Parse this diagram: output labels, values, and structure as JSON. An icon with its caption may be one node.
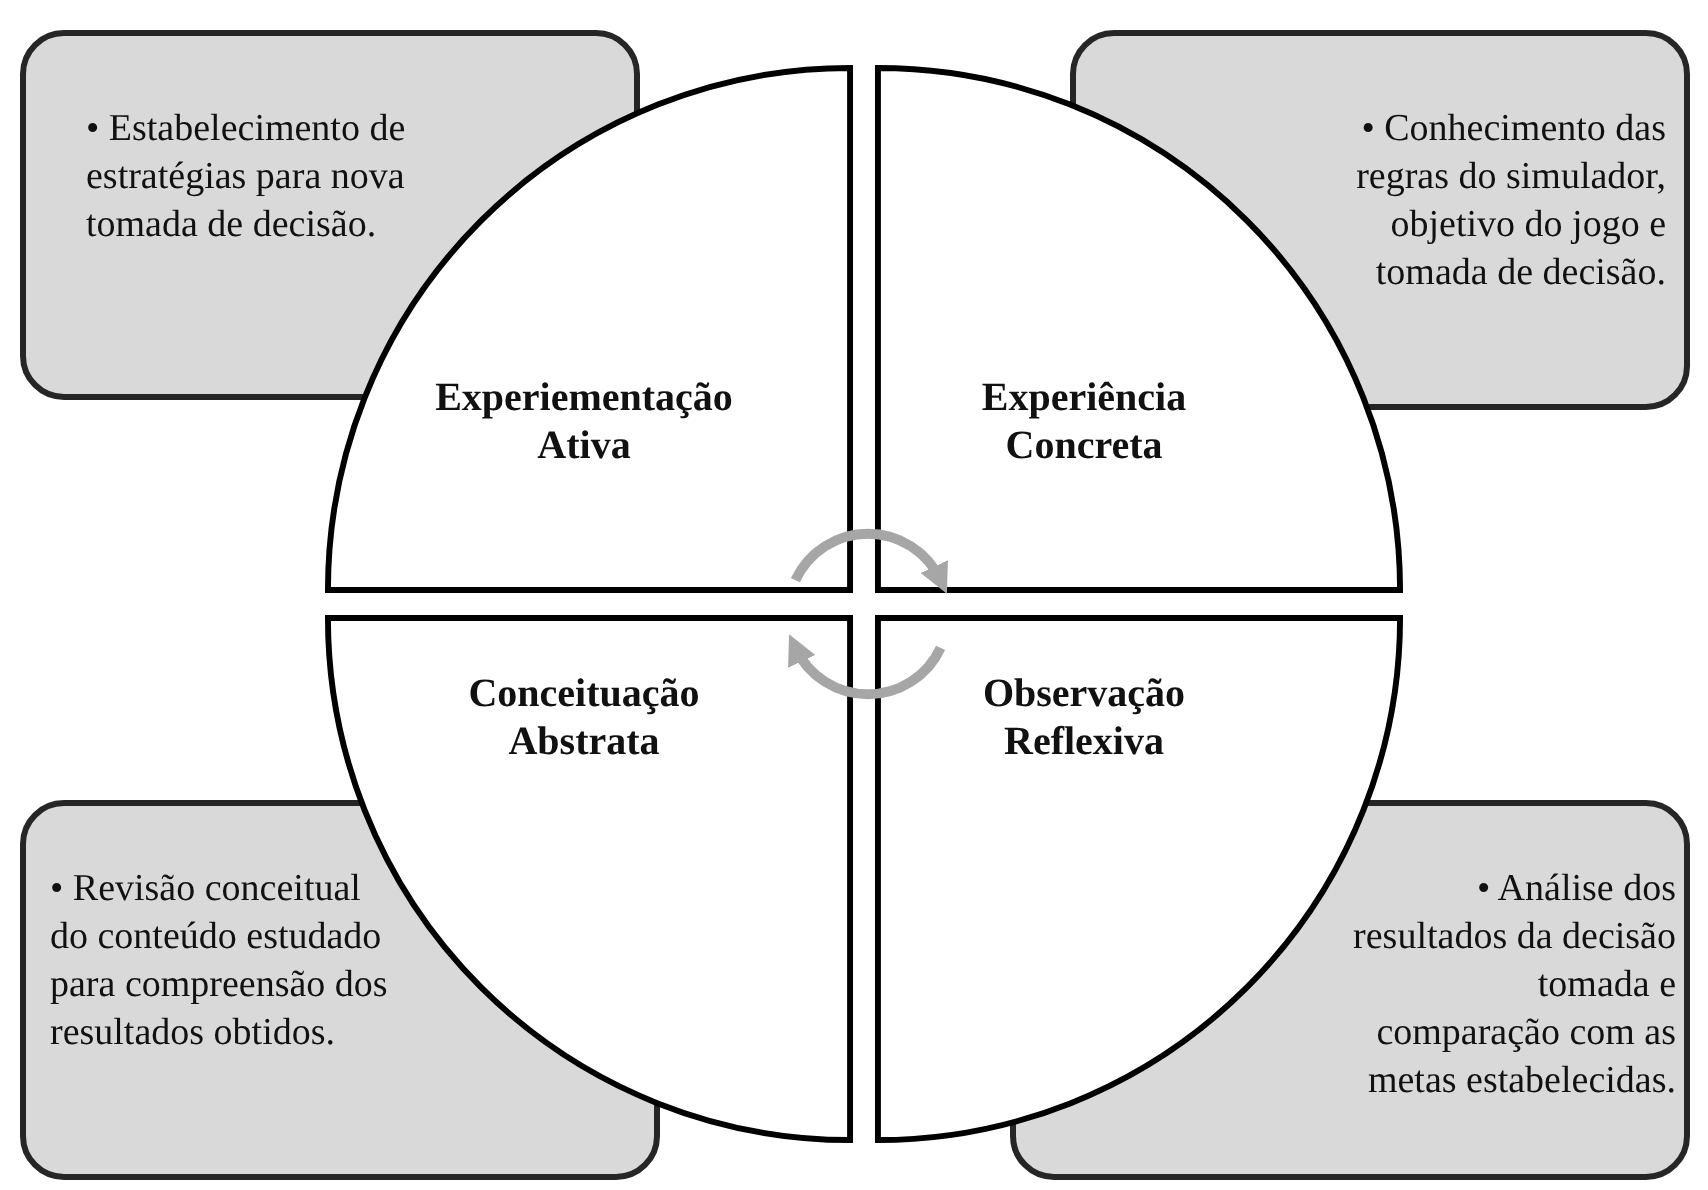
{
  "diagram": {
    "nodes": [
      {
        "text": [
          "• Estabelecimento de estratégias para nova tomada de decisão."
        ]
      },
      {
        "text": [
          "• Conhecimento das regras do simulador, objetivo do jogo e tomada de decisão."
        ]
      },
      {
        "text": [
          "Experiementação Ativa"
        ]
      },
      {
        "text": [
          "Experiência Concreta"
        ]
      },
      {
        "text": [
          "Conceituação Abstrata"
        ]
      },
      {
        "text": [
          "Observação Reflexiva"
        ]
      },
      {
        "text": [
          "• Revisão conceitual do conteúdo estudado para compreensão dos resultados obtidos."
        ]
      },
      {
        "text": [
          "• Análise dos resultados da decisão tomada e comparação com as metas estabelecidas."
        ]
      }
    ],
    "edges": [
      {
        "from": 2,
        "to": 3,
        "arrow": "to"
      },
      {
        "from": 5,
        "to": 4,
        "arrow": "to"
      }
    ]
  }
}
